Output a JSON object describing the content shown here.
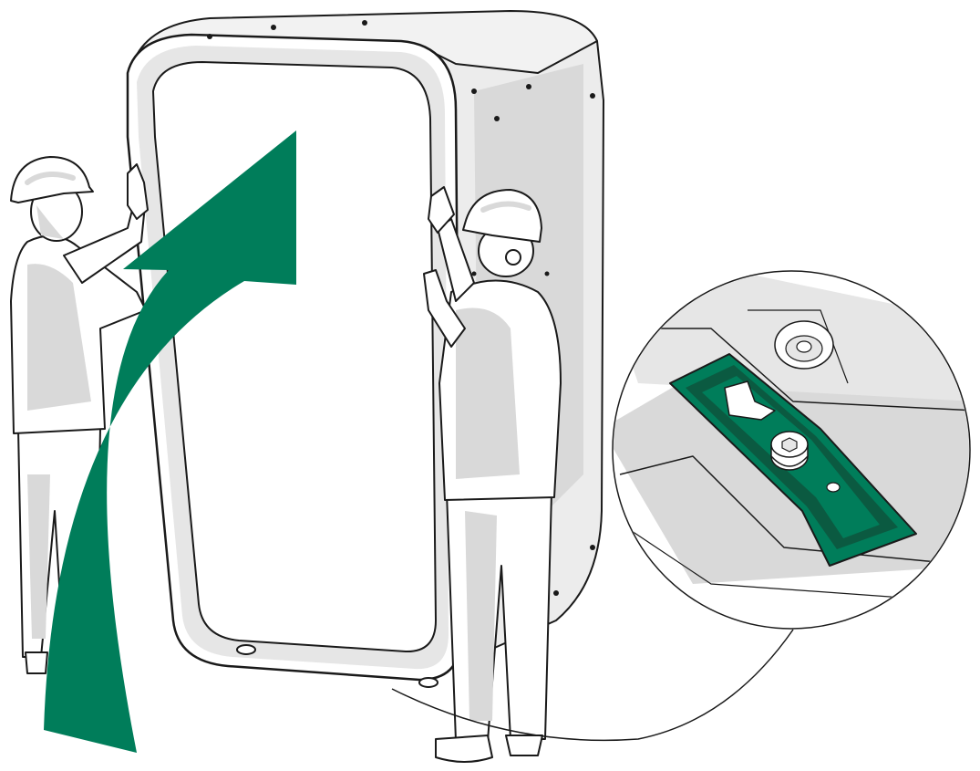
{
  "colors": {
    "accent_green": "#007d5a",
    "dark_green": "#0b5a41",
    "outline": "#1a1a1a",
    "shade": "#d9d9d9",
    "light_shade": "#ececec",
    "background": "#ffffff"
  },
  "scene": {
    "main_object": "cabinet-unit",
    "people_count": 2,
    "arrow_direction": "up-right",
    "detail": "bracket-bolt-closeup"
  }
}
